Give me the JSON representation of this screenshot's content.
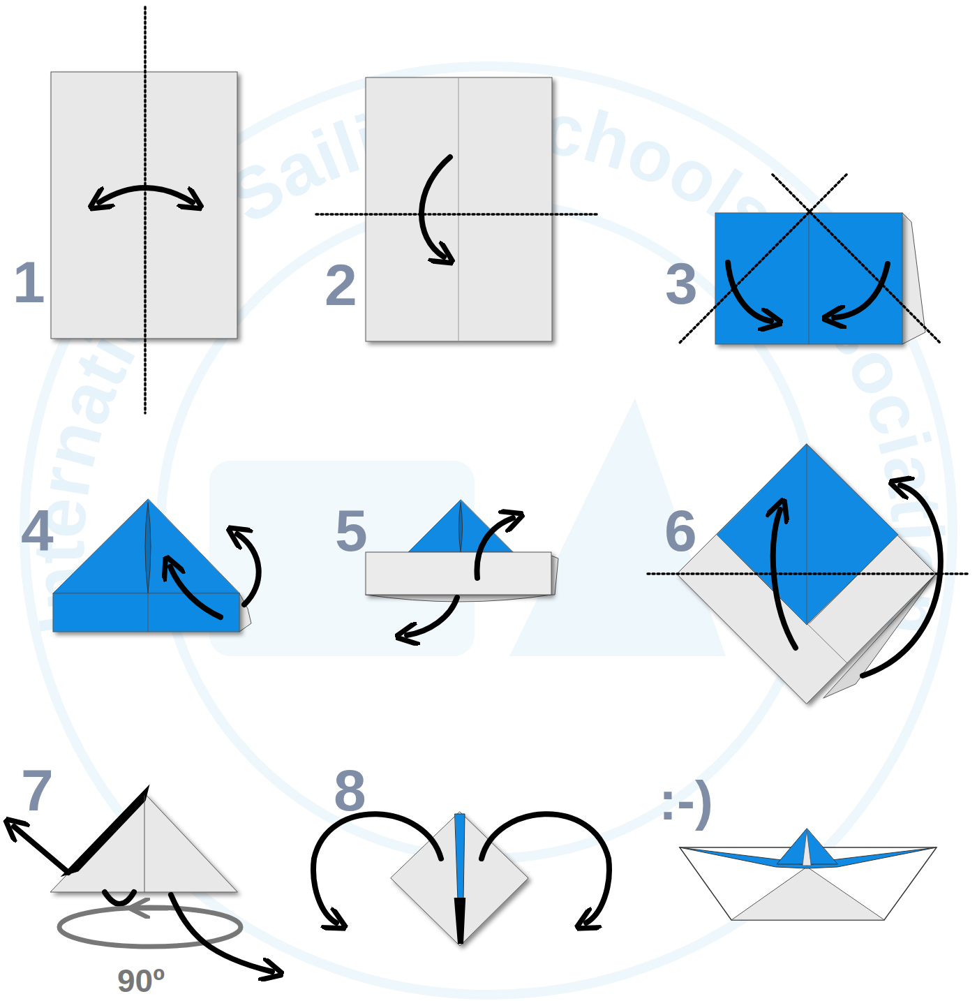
{
  "diagram": {
    "labels": [
      "1",
      "2",
      "3",
      "4",
      "5",
      "6",
      "7",
      "8",
      ":-)",
      "90º",
      "International Sailing Schools Association"
    ]
  }
}
